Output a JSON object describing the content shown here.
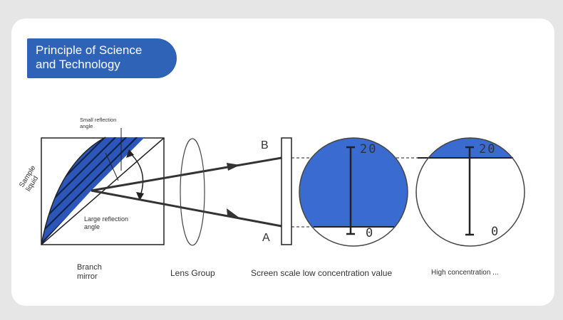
{
  "title": {
    "line1": "Principle of Science",
    "line2": "and Technology"
  },
  "labels": {
    "small_reflection": "Small reflection angle",
    "large_reflection": "Large reflection angle",
    "sample_liquid": "Sample liquid",
    "point_b": "B",
    "point_a": "A",
    "branch_mirror": "Branch mirror",
    "lens_group": "Lens Group",
    "screen_low": "Screen scale low concentration value",
    "high_concentration": "High concentration ..."
  },
  "scale_low": {
    "top": "20",
    "bottom": "0"
  },
  "scale_high": {
    "top": "20",
    "bottom": "0"
  },
  "colors": {
    "accent": "#2f63b8",
    "fill_blue": "#3a6bd0",
    "prism_blue": "#2c57b8"
  }
}
